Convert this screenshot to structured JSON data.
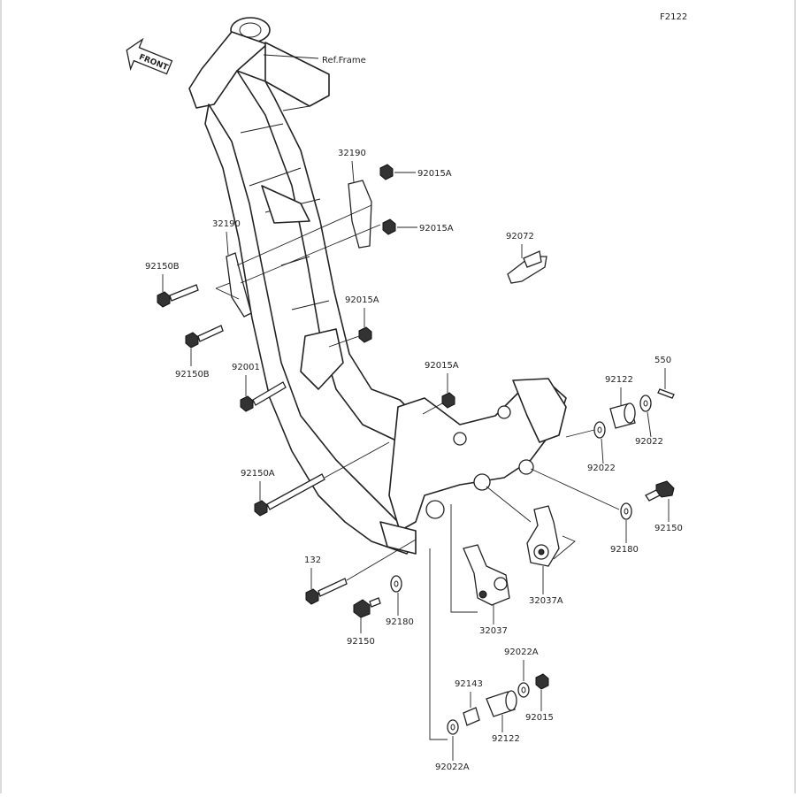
{
  "diagram_code": "F2122",
  "front_label": "FRONT",
  "ref_label": "Ref.Frame",
  "part_labels": {
    "p32190_top": "32190",
    "p92015A_1": "92015A",
    "p92015A_2": "92015A",
    "p32190_left": "32190",
    "p92150B_1": "92150B",
    "p92072": "92072",
    "p92015A_3": "92015A",
    "p92150B_2": "92150B",
    "p92001": "92001",
    "p92015A_4": "92015A",
    "p550": "550",
    "p92122_r": "92122",
    "p92022_r": "92022",
    "p92022_r2": "92022",
    "p92150A": "92150A",
    "p92150_r": "92150",
    "p92180_r": "92180",
    "p132": "132",
    "p32037A": "32037A",
    "p92150_b": "92150",
    "p92180_b": "92180",
    "p32037": "32037",
    "p92022A_1": "92022A",
    "p92143": "92143",
    "p92015": "92015",
    "p92122_b": "92122",
    "p92022A_2": "92022A"
  }
}
